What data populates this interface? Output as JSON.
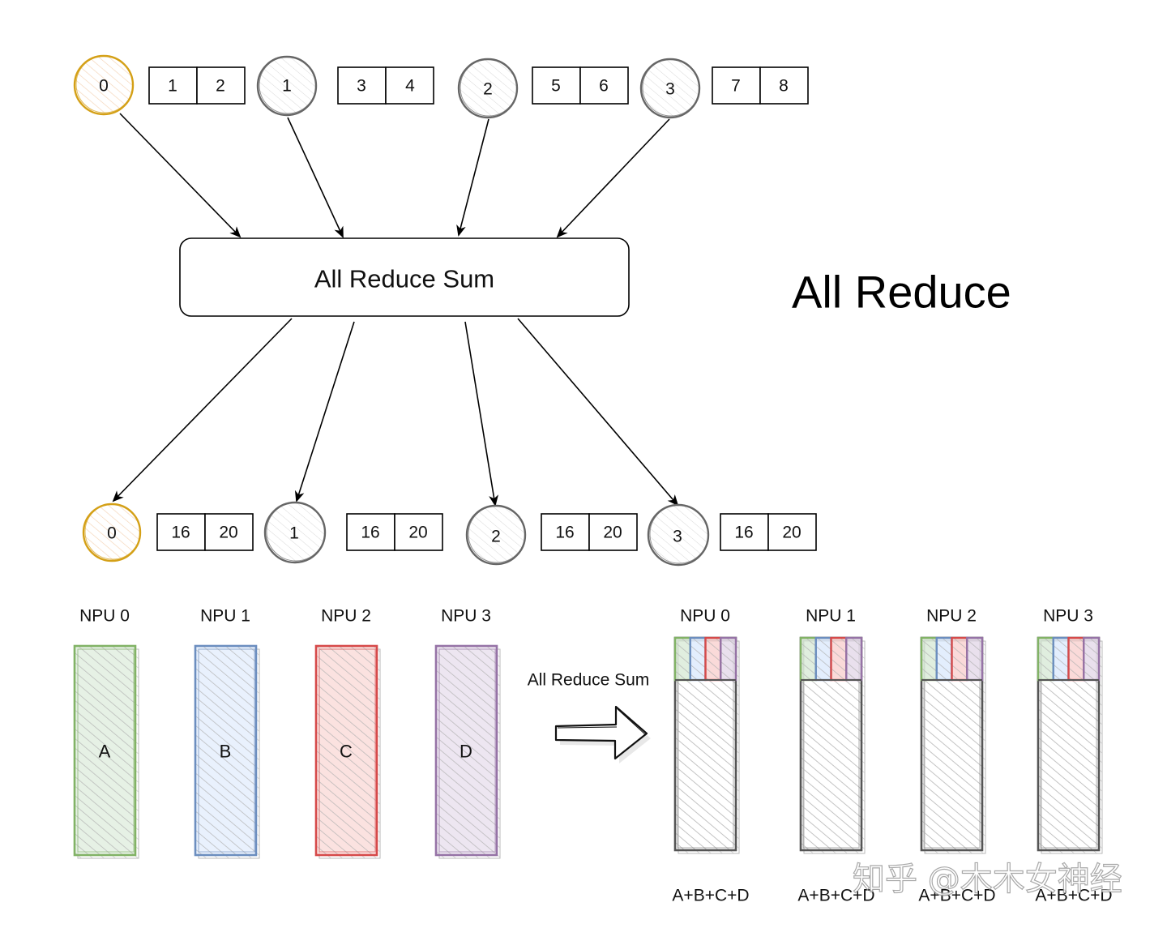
{
  "title": "All Reduce",
  "colors": {
    "rank0_stroke": "#d4a017",
    "rank0_fill": "#fbe3cc",
    "rank_stroke": "#666666",
    "rank_fill": "#e6e6e6",
    "arrow": "#000000",
    "green": "#82b366",
    "blue": "#6c8ebf",
    "red": "#d64a4a",
    "purple": "#9673a6",
    "gray": "#555555"
  },
  "reduce_box": {
    "label": "All Reduce Sum"
  },
  "inputs": [
    {
      "rank": "0",
      "values": [
        "1",
        "2"
      ]
    },
    {
      "rank": "1",
      "values": [
        "3",
        "4"
      ]
    },
    {
      "rank": "2",
      "values": [
        "5",
        "6"
      ]
    },
    {
      "rank": "3",
      "values": [
        "7",
        "8"
      ]
    }
  ],
  "outputs": [
    {
      "rank": "0",
      "values": [
        "16",
        "20"
      ]
    },
    {
      "rank": "1",
      "values": [
        "16",
        "20"
      ]
    },
    {
      "rank": "2",
      "values": [
        "16",
        "20"
      ]
    },
    {
      "rank": "3",
      "values": [
        "16",
        "20"
      ]
    }
  ],
  "before": {
    "npus": [
      {
        "label": "NPU 0",
        "data": "A",
        "color": "green"
      },
      {
        "label": "NPU 1",
        "data": "B",
        "color": "blue"
      },
      {
        "label": "NPU 2",
        "data": "C",
        "color": "red"
      },
      {
        "label": "NPU 3",
        "data": "D",
        "color": "purple"
      }
    ]
  },
  "operation_label": "All Reduce Sum",
  "after": {
    "npus": [
      {
        "label": "NPU 0",
        "result": "A+B+C+D"
      },
      {
        "label": "NPU 1",
        "result": "A+B+C+D"
      },
      {
        "label": "NPU 2",
        "result": "A+B+C+D"
      },
      {
        "label": "NPU 3",
        "result": "A+B+C+D"
      }
    ],
    "segment_colors": [
      "green",
      "blue",
      "red",
      "purple"
    ]
  },
  "watermark": "知乎 @木木女神经"
}
